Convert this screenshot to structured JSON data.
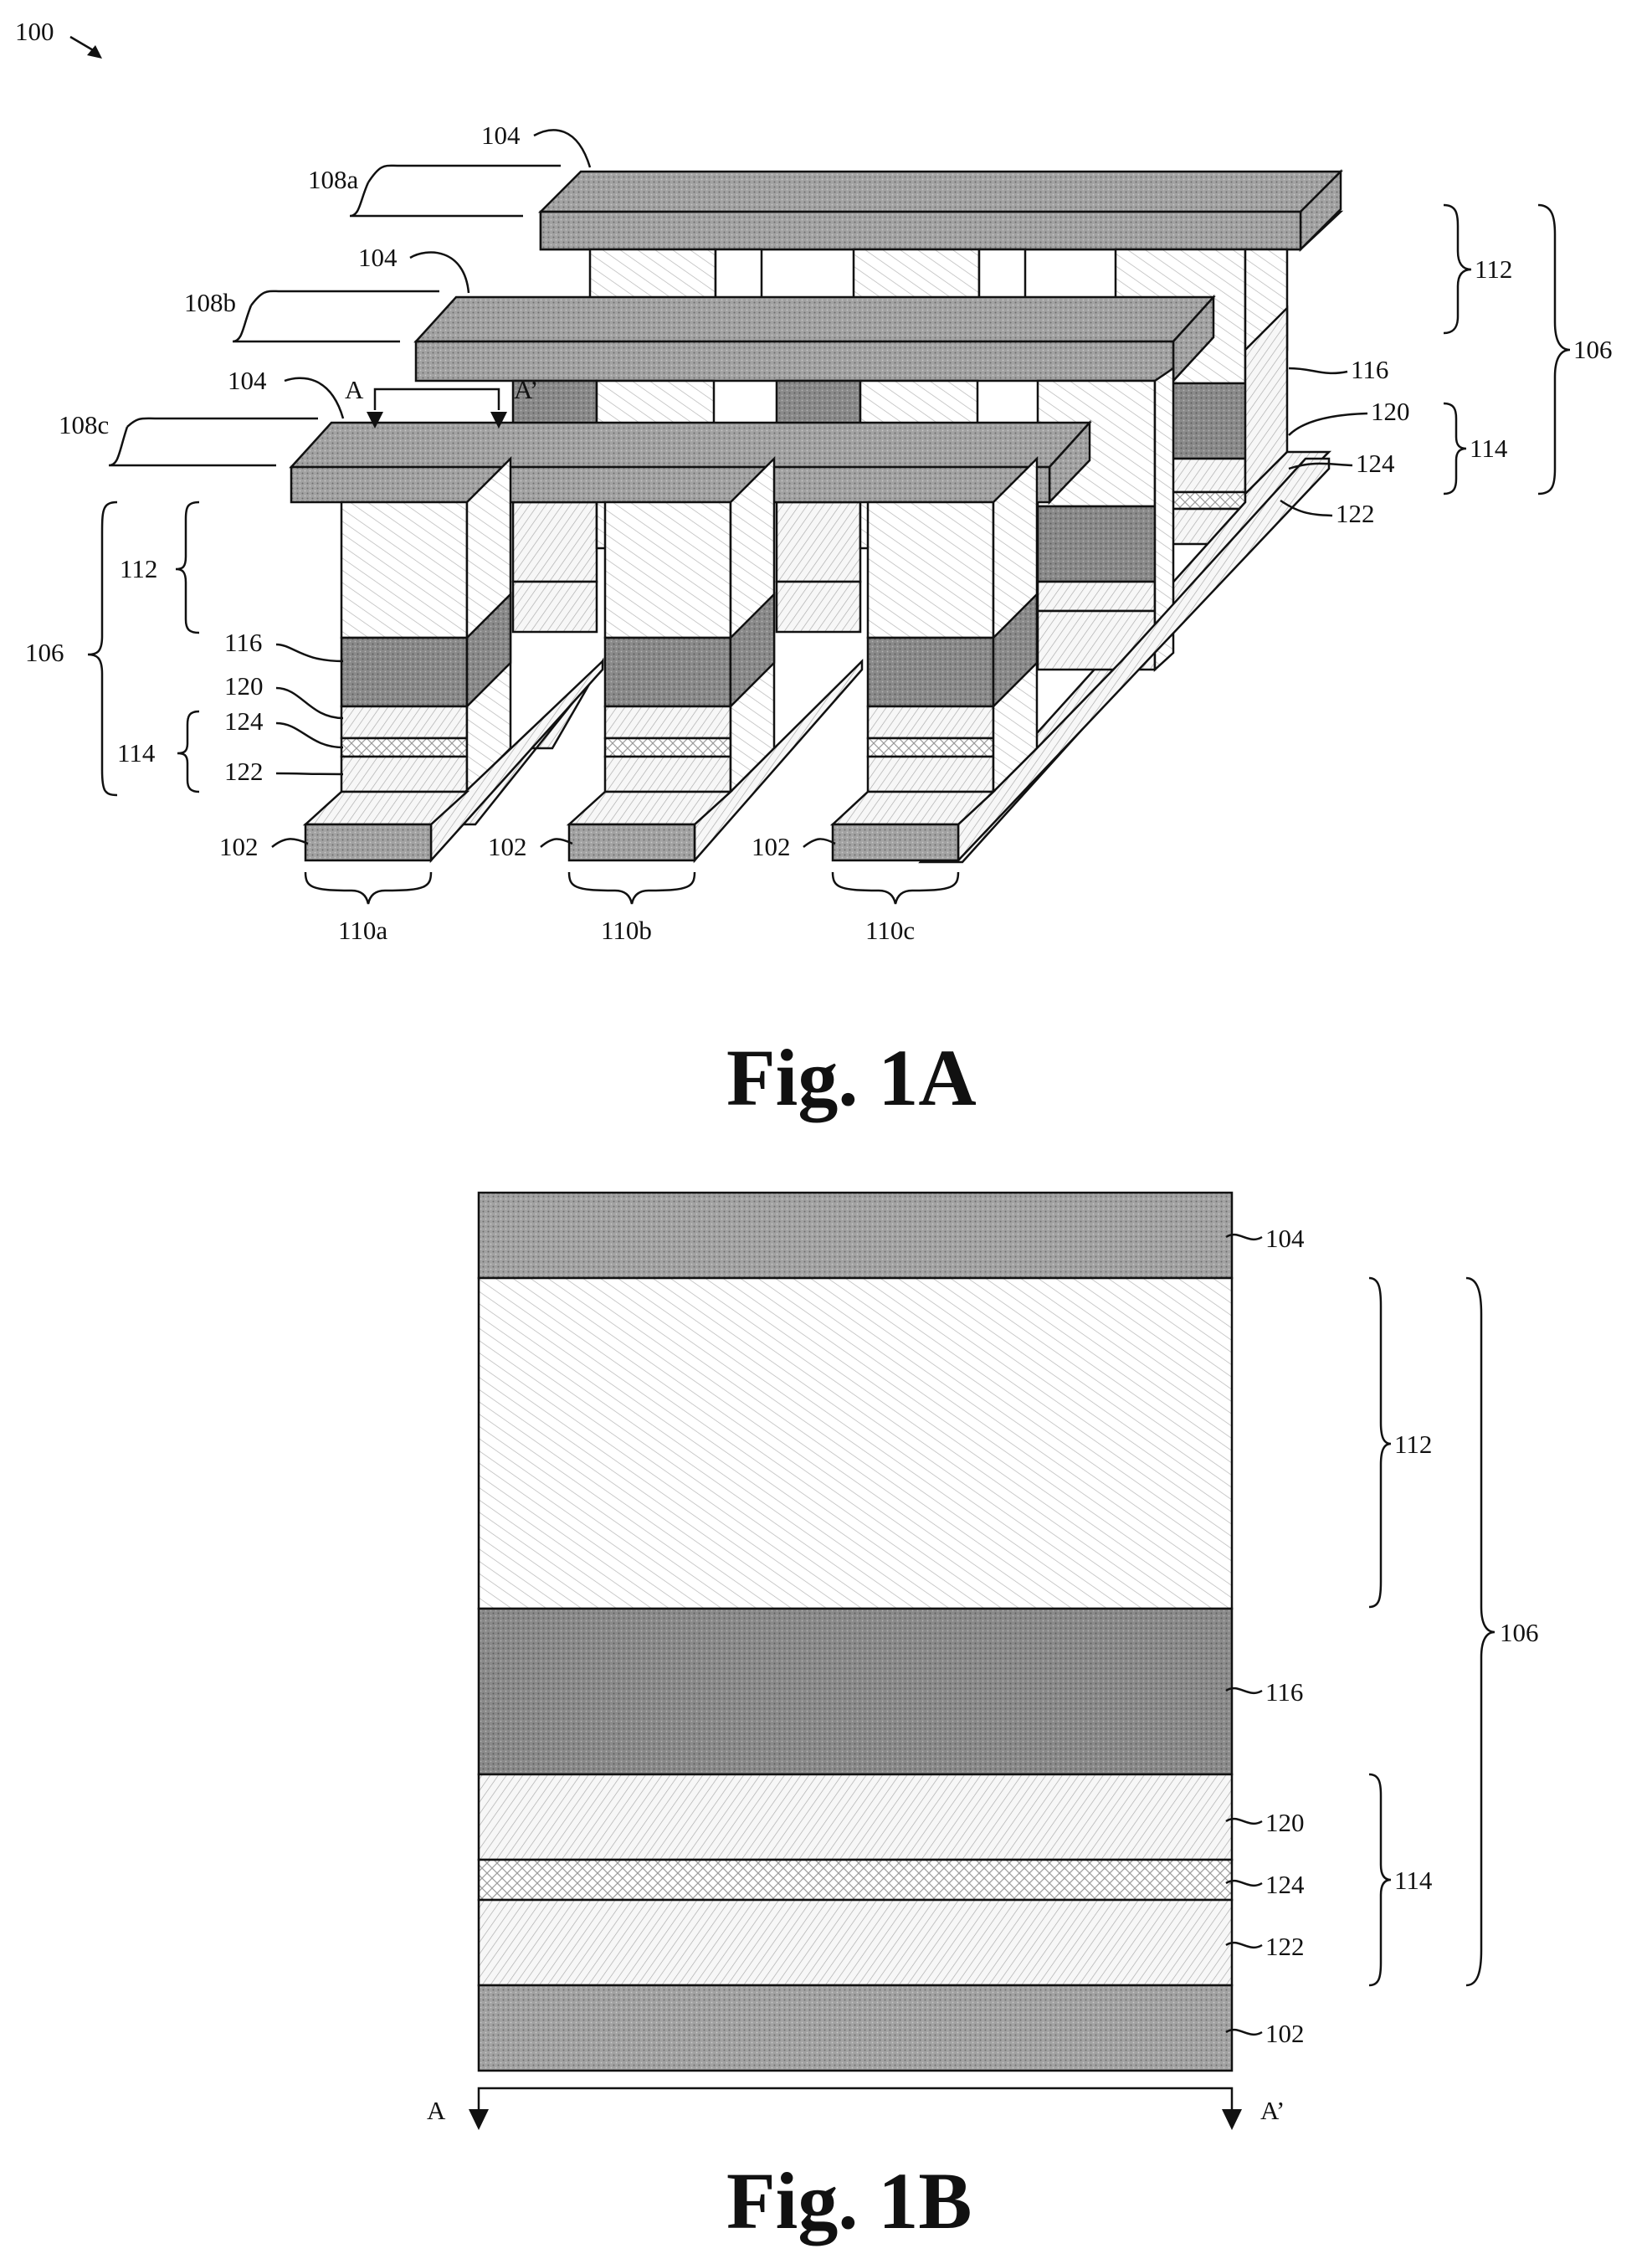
{
  "figure_1a": {
    "ref_main": "100",
    "caption": "Fig. 1A",
    "top_electrode_labels": [
      "104",
      "104",
      "104"
    ],
    "row_labels": [
      "108a",
      "108b",
      "108c"
    ],
    "bottom_electrode_labels": [
      "102",
      "102",
      "102"
    ],
    "column_labels": [
      "110a",
      "110b",
      "110c"
    ],
    "section_marks": [
      "A",
      "A’"
    ],
    "left_labels": {
      "stack": "106",
      "upper": "112",
      "l116": "116",
      "l120": "120",
      "l124": "124",
      "lower": "114",
      "l122": "122"
    },
    "right_labels": {
      "upper": "112",
      "stack": "106",
      "l116": "116",
      "l120": "120",
      "l124": "124",
      "lower": "114",
      "l122": "122"
    }
  },
  "figure_1b": {
    "caption": "Fig. 1B",
    "layers": [
      {
        "label": "104",
        "fill": "dots"
      },
      {
        "label": "",
        "fill": "hatch-a"
      },
      {
        "label": "116",
        "fill": "dots"
      },
      {
        "label": "120",
        "fill": "hatch-b"
      },
      {
        "label": "124",
        "fill": "cross"
      },
      {
        "label": "122",
        "fill": "hatch-b"
      },
      {
        "label": "102",
        "fill": "dots"
      }
    ],
    "brackets": {
      "upper": "112",
      "lower": "114",
      "stack": "106"
    },
    "section_marks": [
      "A",
      "A’"
    ]
  },
  "colors": {
    "line": "#111111",
    "electrode": "#9a9a9a",
    "layer116": "#8c8c8c",
    "white": "#ffffff"
  }
}
